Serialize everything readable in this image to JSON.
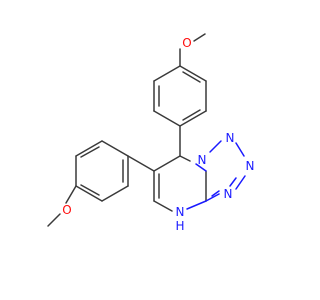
{
  "molecule": {
    "atoms": {
      "O_top": "O",
      "O_bottom": "O",
      "C_methyl_top": "",
      "C_methyl_bottom": "",
      "N1": "N",
      "N2": "N",
      "N3": "N",
      "N4": "N",
      "NH": "N",
      "H_on_N": "H"
    },
    "colors": {
      "carbon_bond": "#3a3a3a",
      "nitrogen": "#1a1aff",
      "oxygen": "#ff0d0d"
    }
  }
}
